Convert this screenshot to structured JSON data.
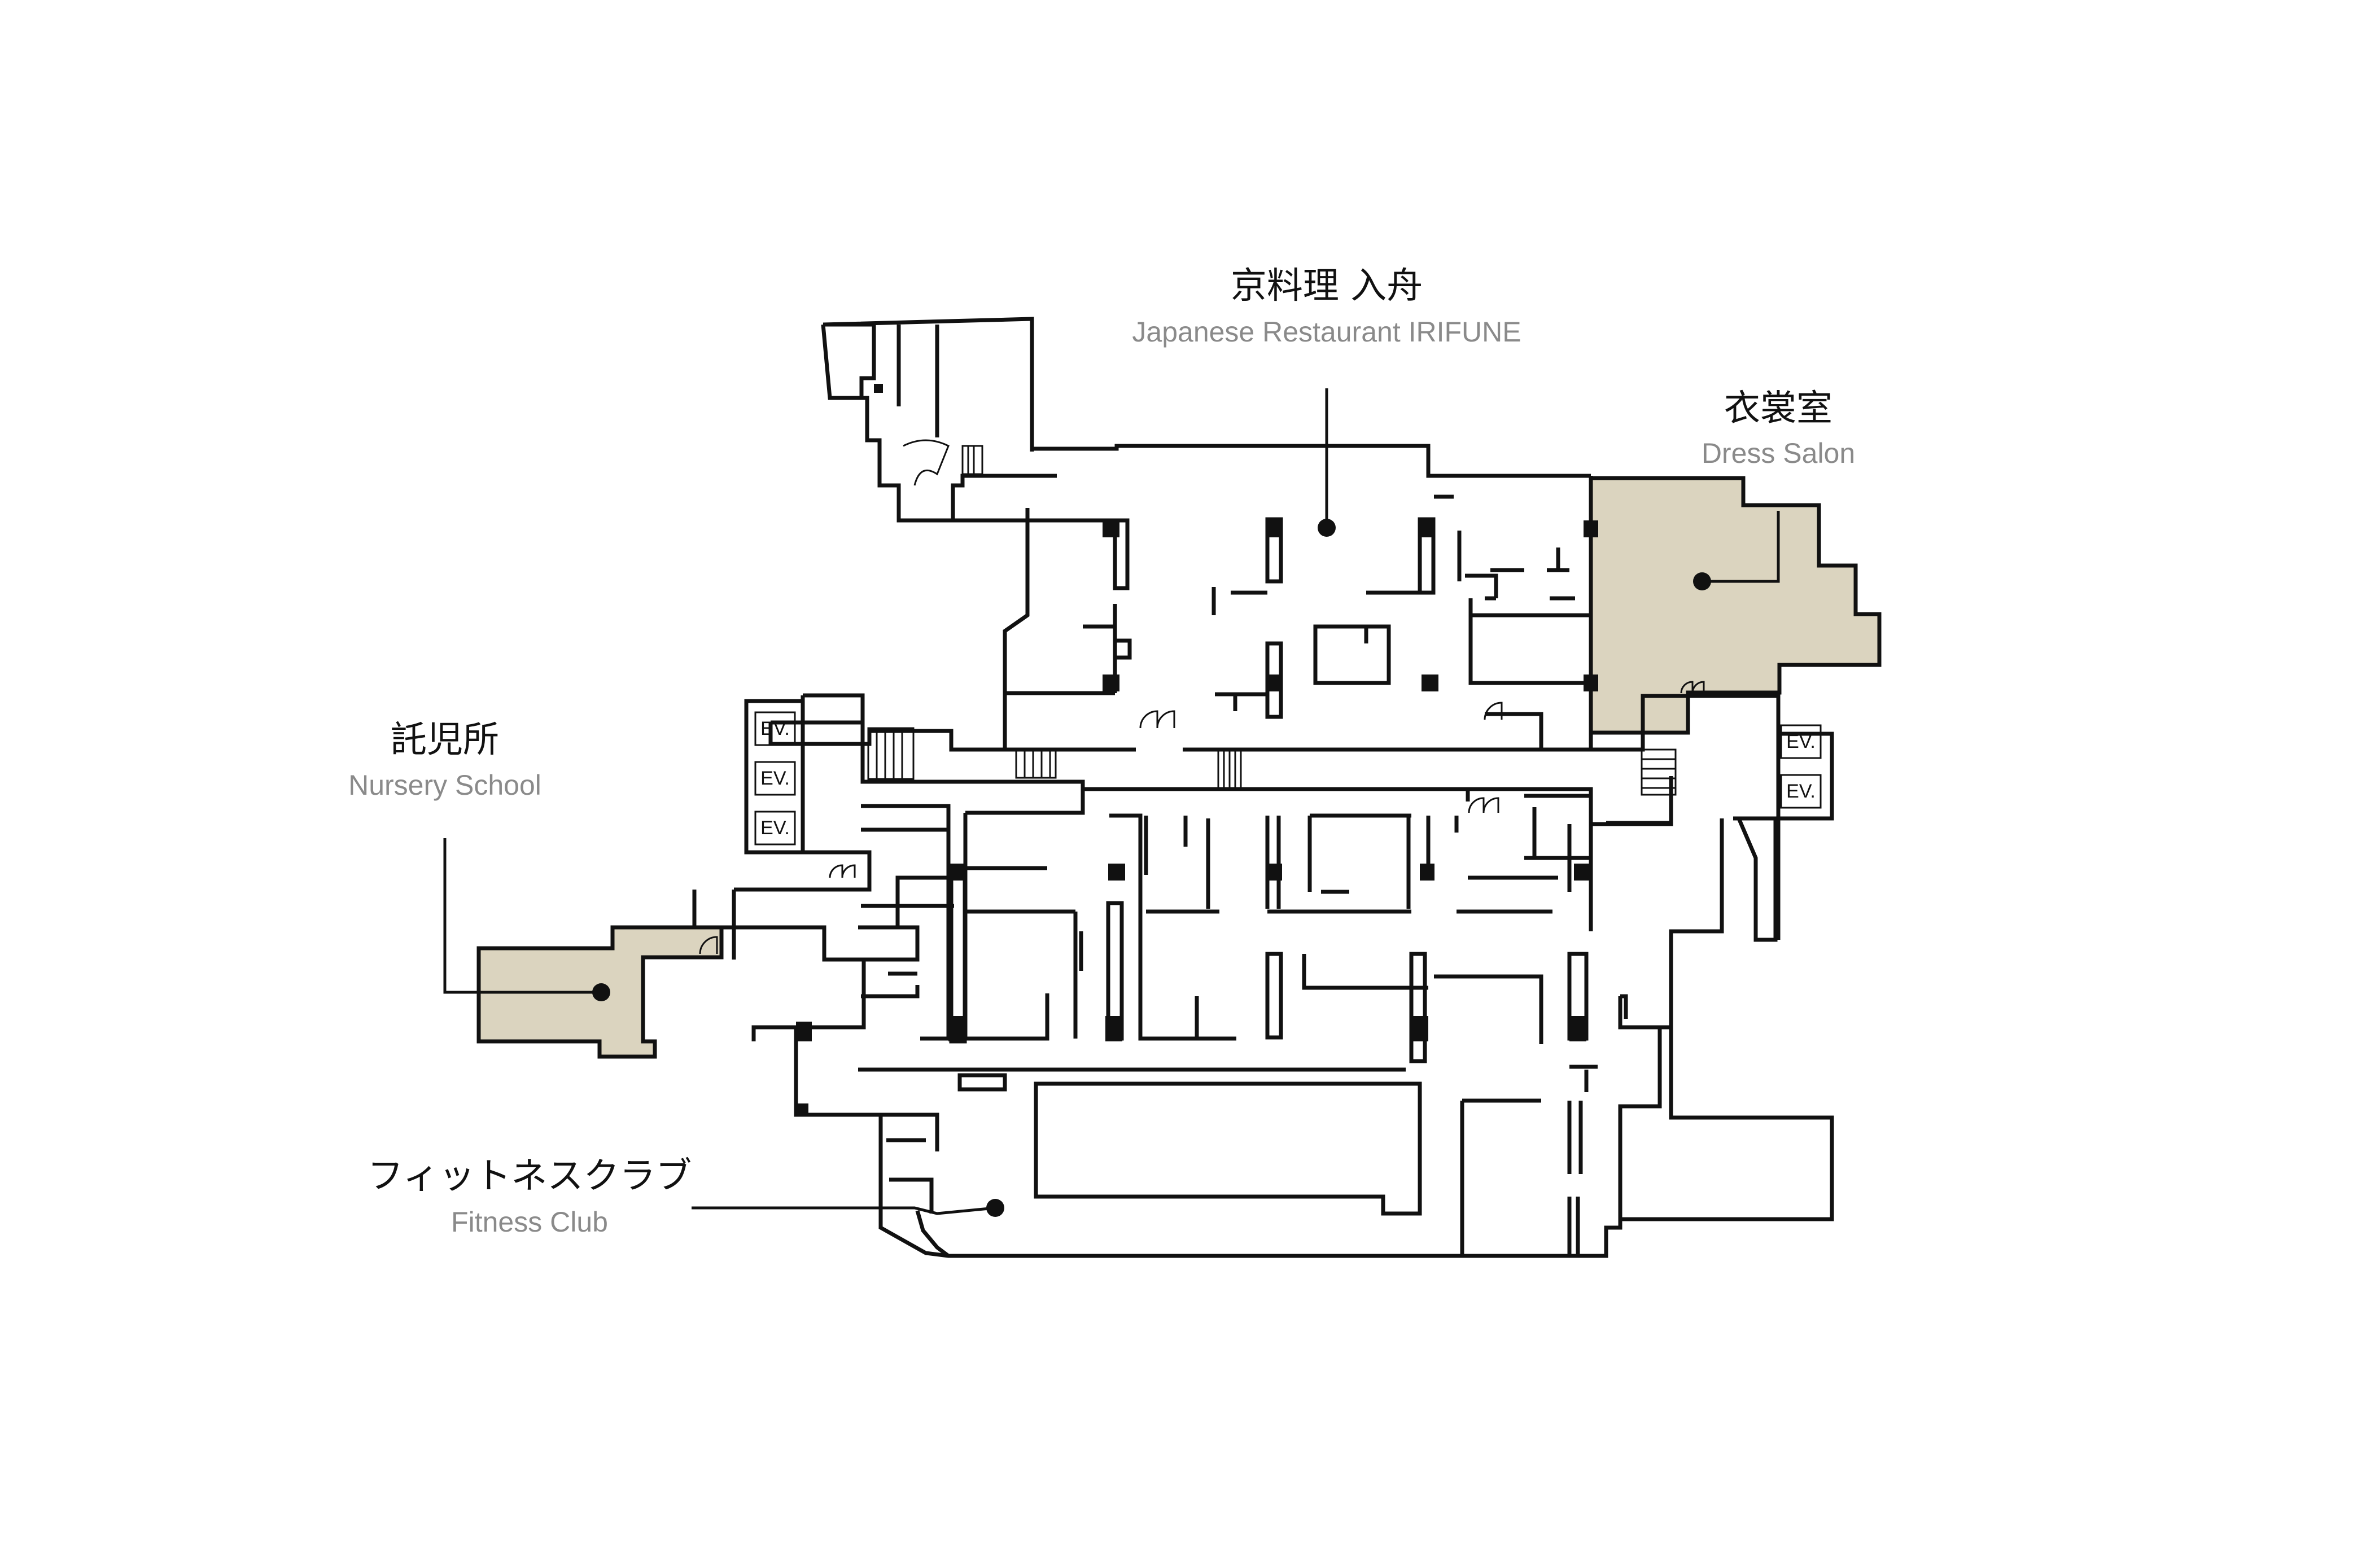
{
  "colors": {
    "wall": "#111111",
    "highlight": "#dbd4bf",
    "label_en": "#8a8a8a",
    "background": "#ffffff"
  },
  "labels": {
    "restaurant": {
      "jp": "京料理 入舟",
      "en": "Japanese Restaurant IRIFUNE"
    },
    "dress_salon": {
      "jp": "衣裳室",
      "en": "Dress Salon"
    },
    "nursery": {
      "jp": "託児所",
      "en": "Nursery School"
    },
    "fitness": {
      "jp": "フィットネスクラブ",
      "en": "Fitness Club"
    }
  },
  "elevators": {
    "label": "EV."
  }
}
